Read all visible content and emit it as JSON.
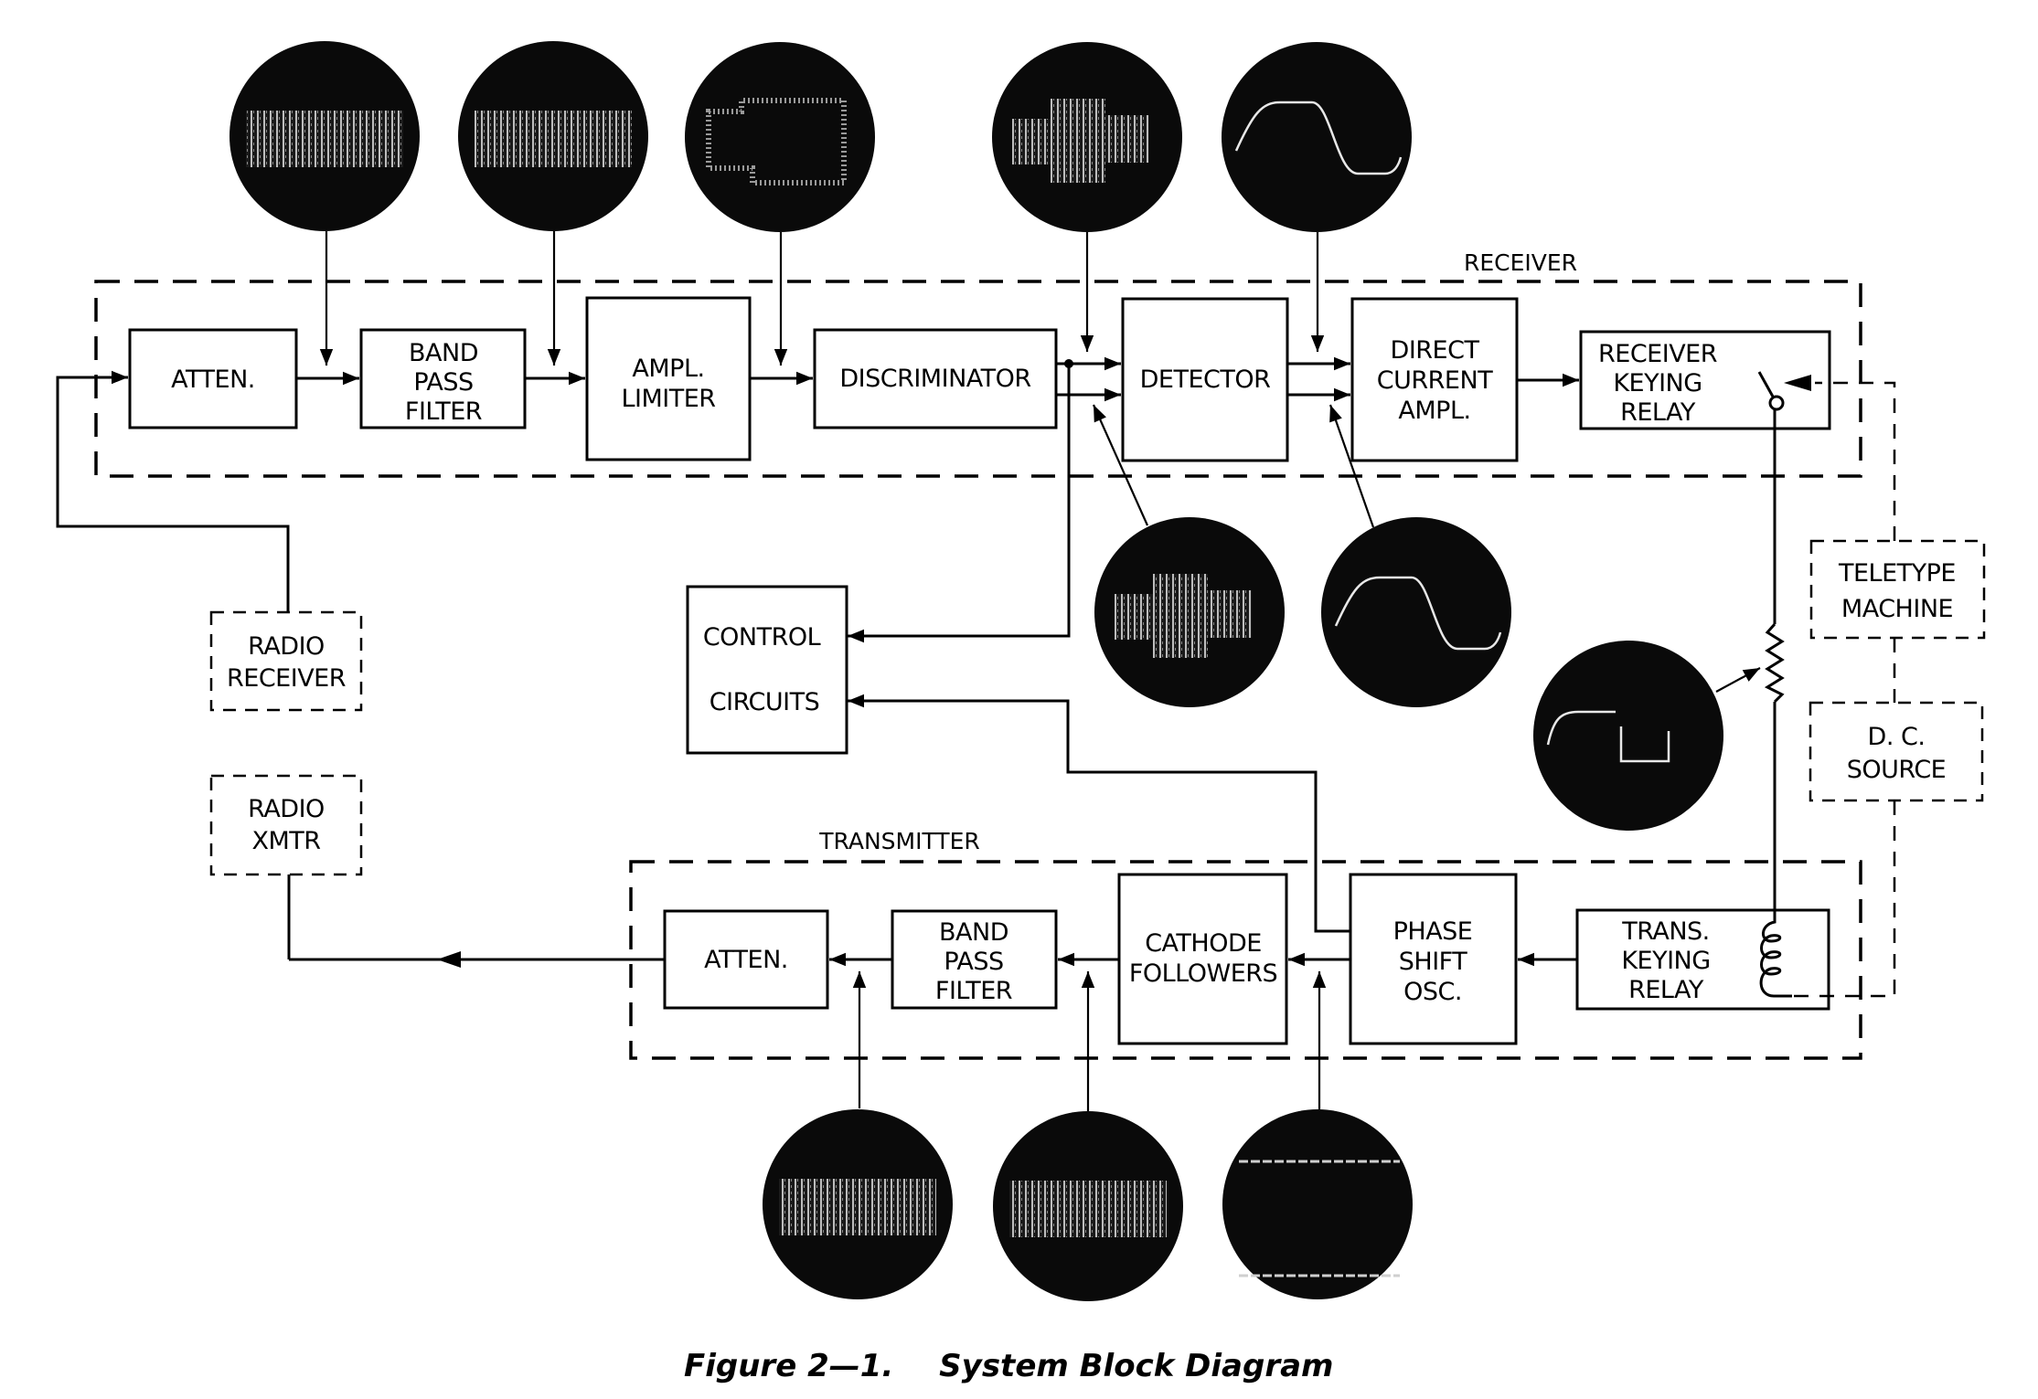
{
  "figure": {
    "caption_number": "Figure 2—1.",
    "caption_title": "System Block Diagram"
  },
  "groups": {
    "receiver": "RECEIVER",
    "transmitter": "TRANSMITTER"
  },
  "receiver_blocks": [
    {
      "id": "rx-atten",
      "lines": [
        "ATTEN."
      ]
    },
    {
      "id": "rx-band-pass-filter",
      "lines": [
        "BAND",
        "PASS",
        "FILTER"
      ]
    },
    {
      "id": "rx-ampl-limiter",
      "lines": [
        "AMPL.",
        "LIMITER"
      ]
    },
    {
      "id": "rx-discriminator",
      "lines": [
        "DISCRIMINATOR"
      ]
    },
    {
      "id": "rx-detector",
      "lines": [
        "DETECTOR"
      ]
    },
    {
      "id": "rx-dc-ampl",
      "lines": [
        "DIRECT",
        "CURRENT",
        "AMPL."
      ]
    },
    {
      "id": "rx-keying-relay",
      "lines": [
        "RECEIVER",
        "KEYING",
        "RELAY"
      ]
    }
  ],
  "transmitter_blocks": [
    {
      "id": "tx-atten",
      "lines": [
        "ATTEN."
      ]
    },
    {
      "id": "tx-band-pass-filter",
      "lines": [
        "BAND",
        "PASS",
        "FILTER"
      ]
    },
    {
      "id": "tx-cathode-followers",
      "lines": [
        "CATHODE",
        "FOLLOWERS"
      ]
    },
    {
      "id": "tx-phase-shift-osc",
      "lines": [
        "PHASE",
        "SHIFT",
        "OSC."
      ]
    },
    {
      "id": "tx-keying-relay",
      "lines": [
        "TRANS.",
        "KEYING",
        "RELAY"
      ]
    }
  ],
  "control_block": {
    "lines": [
      "CONTROL",
      "CIRCUITS"
    ]
  },
  "external_blocks": [
    {
      "id": "radio-receiver",
      "lines": [
        "RADIO",
        "RECEIVER"
      ]
    },
    {
      "id": "radio-xmtr",
      "lines": [
        "RADIO",
        "XMTR"
      ]
    },
    {
      "id": "teletype-machine",
      "lines": [
        "TELETYPE",
        "MACHINE"
      ]
    },
    {
      "id": "dc-source",
      "lines": [
        "D. C.",
        "SOURCE"
      ]
    }
  ],
  "scope_waveforms": [
    {
      "id": "scope-atten-out",
      "waveform": "fsk-band"
    },
    {
      "id": "scope-bpf-out",
      "waveform": "fsk-band"
    },
    {
      "id": "scope-limiter-out",
      "waveform": "limited-fsk"
    },
    {
      "id": "scope-discriminator-out",
      "waveform": "discriminated-fsk"
    },
    {
      "id": "scope-detector-out",
      "waveform": "sine-pulse"
    },
    {
      "id": "scope-detector-in",
      "waveform": "discriminated-fsk"
    },
    {
      "id": "scope-dc-ampl-in",
      "waveform": "sine-pulse"
    },
    {
      "id": "scope-keying-line",
      "waveform": "square-step"
    },
    {
      "id": "scope-tx-atten-in",
      "waveform": "fsk-band"
    },
    {
      "id": "scope-tx-bpf-in",
      "waveform": "fsk-band"
    },
    {
      "id": "scope-tx-cf-in",
      "waveform": "two-tone-lines"
    }
  ]
}
